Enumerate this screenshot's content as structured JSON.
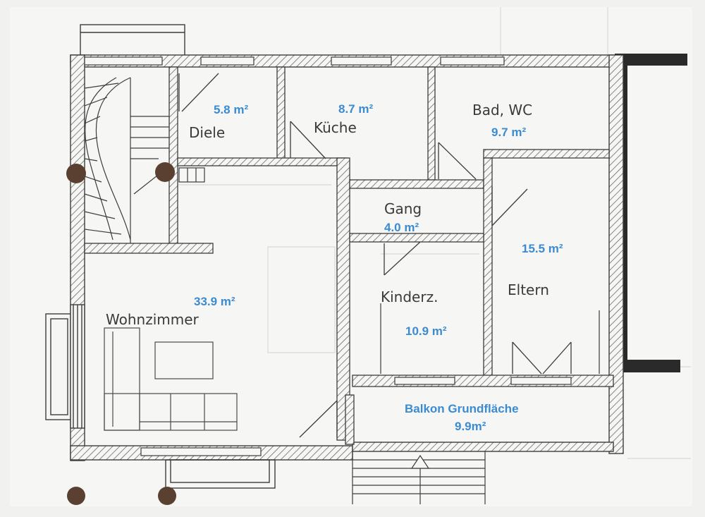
{
  "colors": {
    "paper": "#f6f6f4",
    "line": "#3c3c3c",
    "hatch": "#6a6a6a",
    "area_text": "#3b8bd0",
    "label_text": "#3a3a3a",
    "accent_wall": "#2a2a2a"
  },
  "rooms": {
    "diele": {
      "name": "Diele",
      "area": "5.8 m²"
    },
    "kueche": {
      "name": "Küche",
      "area": "8.7 m²"
    },
    "bad": {
      "name": "Bad, WC",
      "area": "9.7 m²"
    },
    "gang": {
      "name": "Gang",
      "area": "4.0 m²"
    },
    "eltern": {
      "name": "Eltern",
      "area": "15.5 m²"
    },
    "kinderz": {
      "name": "Kinderz.",
      "area": "10.9 m²"
    },
    "wohnzimmer": {
      "name": "Wohnzimmer",
      "area": "33.9 m²"
    },
    "balkon": {
      "name": "Balkon Grundfläche",
      "area": "9.9m²"
    }
  }
}
